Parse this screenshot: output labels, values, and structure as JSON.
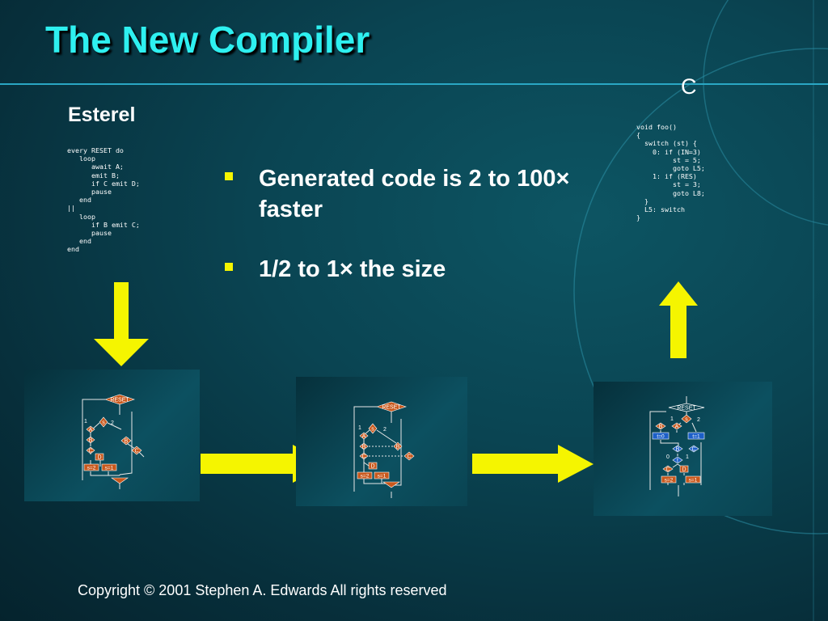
{
  "slide": {
    "title": "The New Compiler",
    "esterel_label": "Esterel",
    "c_label": "C",
    "esterel_code": "every RESET do\n   loop\n      await A;\n      emit B;\n      if C emit D;\n      pause\n   end\n||\n   loop\n      if B emit C;\n      pause\n   end\nend",
    "c_code": "void foo()\n{\n  switch (st) {\n    0: if (IN=3)\n         st = 5;\n         goto L5;\n    1: if (RES)\n         st = 3;\n         goto L8;\n  }\n  L5: switch\n}",
    "bullets": [
      "Generated code is 2 to 100× faster",
      "1/2 to 1× the size"
    ],
    "copyright": "Copyright © 2001 Stephen A. Edwards  All rights reserved"
  },
  "diagrams": {
    "one": {
      "reset": "RESET",
      "s": "s",
      "b1": "1",
      "b2": "2",
      "A": "A",
      "B": "B",
      "B2": "B",
      "C": "C",
      "C2": "C",
      "D": "D",
      "s2": "s=2",
      "s1": "s=1"
    },
    "two": {
      "reset": "RESET",
      "s": "s",
      "b1": "1",
      "b2": "2",
      "A": "A",
      "B": "B",
      "B2": "B",
      "C": "C",
      "C2": "C",
      "D": "D",
      "s2": "s=2",
      "s1": "s=1"
    },
    "three": {
      "reset": "RESET",
      "s": "s",
      "b1": "1",
      "b2": "2",
      "A": "A",
      "B": "B",
      "t0": "t=0",
      "t1": "t=1",
      "B2": "B",
      "C": "C",
      "t": "t",
      "z0": "0",
      "z1": "1",
      "C2": "C",
      "D": "D",
      "s2": "s=2",
      "s1": "s=1"
    }
  },
  "colors": {
    "title": "#2ef0f0",
    "rule": "#2aa7c4",
    "arrow": "#f5f500",
    "node_orange": "#c8581c",
    "node_blue": "#1c5fc8"
  }
}
